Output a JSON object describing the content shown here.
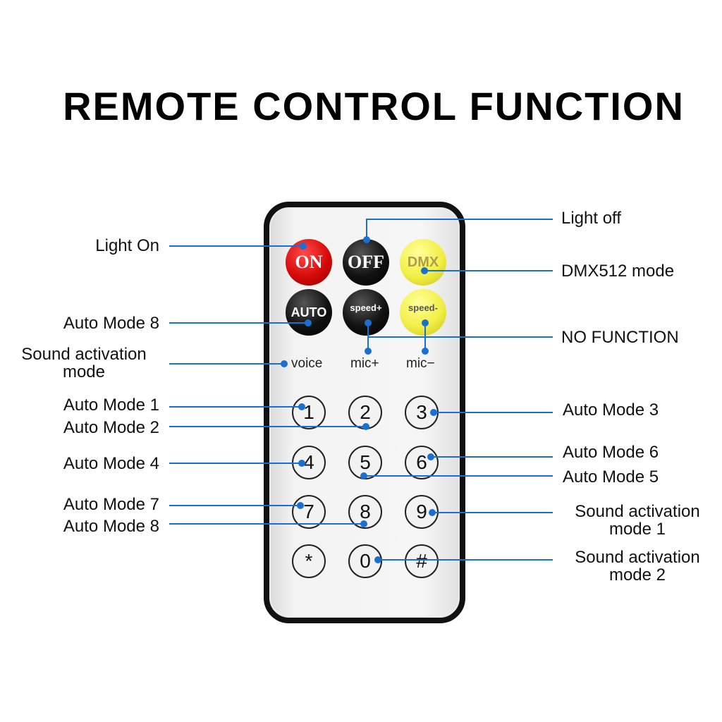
{
  "title": "REMOTE CONTROL FUNCTION",
  "colors": {
    "line": "#1a6fd1",
    "on_button": "#d80a0a",
    "off_button": "#111111",
    "yellow_button": "#f2ef45",
    "remote_body": "#f2f2f2"
  },
  "remote": {
    "buttons": {
      "on": "ON",
      "off": "OFF",
      "dmx": "DMX",
      "auto": "AUTO",
      "speed_plus": "speed+",
      "speed_minus": "speed-"
    },
    "sub_labels": {
      "voice": "voice",
      "mic_plus": "mic+",
      "mic_minus": "mic−"
    },
    "keys": [
      "1",
      "2",
      "3",
      "4",
      "5",
      "6",
      "7",
      "8",
      "9",
      "*",
      "0",
      "#"
    ]
  },
  "callouts": {
    "light_on": "Light On",
    "light_off": "Light off",
    "dmx512_mode": "DMX512 mode",
    "auto_mode_8_top": "Auto Mode 8",
    "no_function": "NO FUNCTION",
    "sound_activation_mode_l1": "Sound activation",
    "sound_activation_mode_l2": "mode",
    "auto_mode_1": "Auto Mode 1",
    "auto_mode_2": "Auto Mode 2",
    "auto_mode_3": "Auto Mode 3",
    "auto_mode_4": "Auto Mode 4",
    "auto_mode_5": "Auto Mode 5",
    "auto_mode_6": "Auto Mode 6",
    "auto_mode_7": "Auto Mode 7",
    "auto_mode_8_bottom": "Auto Mode 8",
    "sound_activation_mode_1_l1": "Sound activation",
    "sound_activation_mode_1_l2": "mode 1",
    "sound_activation_mode_2_l1": "Sound activation",
    "sound_activation_mode_2_l2": "mode 2"
  }
}
